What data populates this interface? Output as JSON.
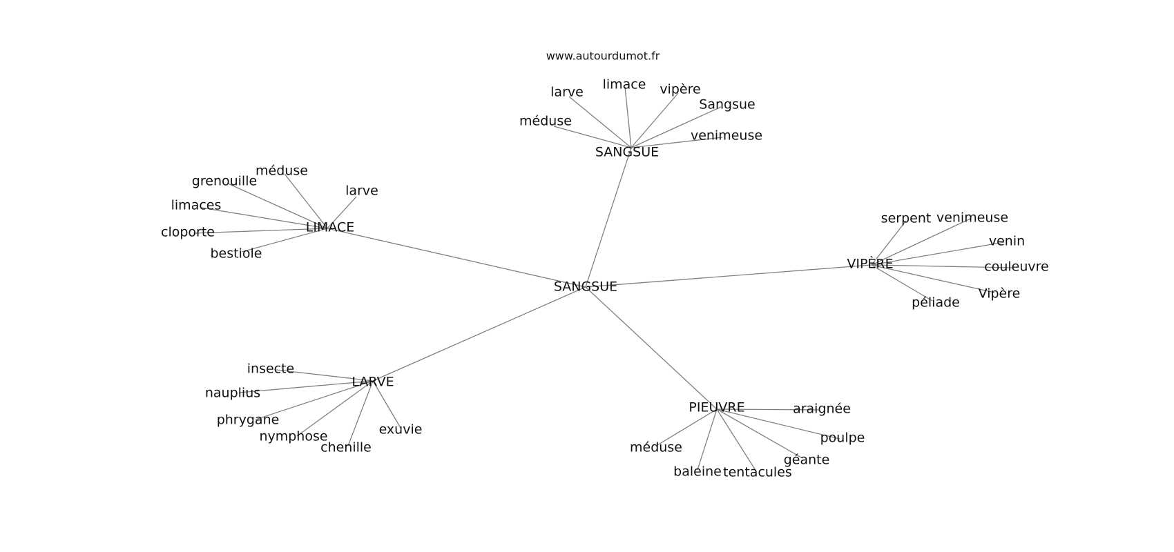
{
  "source": "www.autourdumot.fr",
  "center": "SANGSUE",
  "clusters": [
    {
      "id": "sangsue",
      "label": "SANGSUE",
      "leaves": [
        "méduse",
        "larve",
        "limace",
        "vipère",
        "Sangsue",
        "venimeuse"
      ]
    },
    {
      "id": "limace",
      "label": "LIMACE",
      "leaves": [
        "méduse",
        "grenouille",
        "larve",
        "limaces",
        "cloporte",
        "bestiole"
      ]
    },
    {
      "id": "vipere",
      "label": "VIPÈRE",
      "leaves": [
        "serpent",
        "venimeuse",
        "venin",
        "couleuvre",
        "Vipère",
        "péliade"
      ]
    },
    {
      "id": "larve",
      "label": "LARVE",
      "leaves": [
        "insecte",
        "nauplius",
        "phrygane",
        "nymphose",
        "chenille",
        "exuvie"
      ]
    },
    {
      "id": "pieuvre",
      "label": "PIEUVRE",
      "leaves": [
        "araignée",
        "poulpe",
        "géante",
        "tentacules",
        "baleine",
        "méduse"
      ]
    }
  ]
}
